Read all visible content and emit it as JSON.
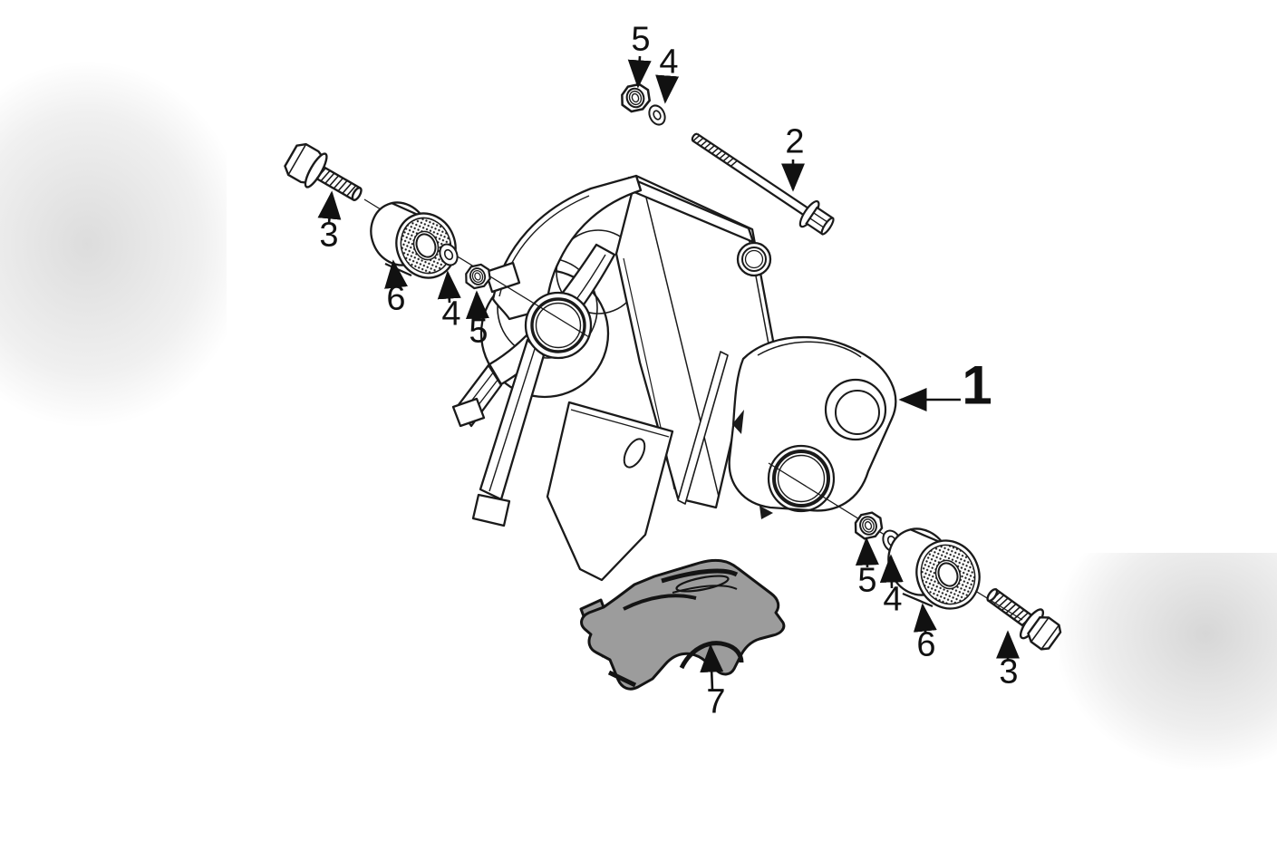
{
  "figure": {
    "type": "exploded-parts-diagram",
    "colors": {
      "line": "#1a1a1a",
      "part_fill": "#ffffff",
      "cover_fill": "#9c9c9c",
      "background": "#ffffff",
      "corner_shadow": "#d6d6d6"
    },
    "callouts": [
      {
        "id": "5-top",
        "label": "5"
      },
      {
        "id": "4-top",
        "label": "4"
      },
      {
        "id": "2-bolt",
        "label": "2"
      },
      {
        "id": "3-upper",
        "label": "3"
      },
      {
        "id": "6-upper",
        "label": "6"
      },
      {
        "id": "4-mid",
        "label": "4"
      },
      {
        "id": "5-mid",
        "label": "5"
      },
      {
        "id": "1-main",
        "label": "1"
      },
      {
        "id": "5-lower",
        "label": "5"
      },
      {
        "id": "4-lower",
        "label": "4"
      },
      {
        "id": "6-lower",
        "label": "6"
      },
      {
        "id": "3-lower",
        "label": "3"
      },
      {
        "id": "7-cover",
        "label": "7"
      }
    ]
  }
}
